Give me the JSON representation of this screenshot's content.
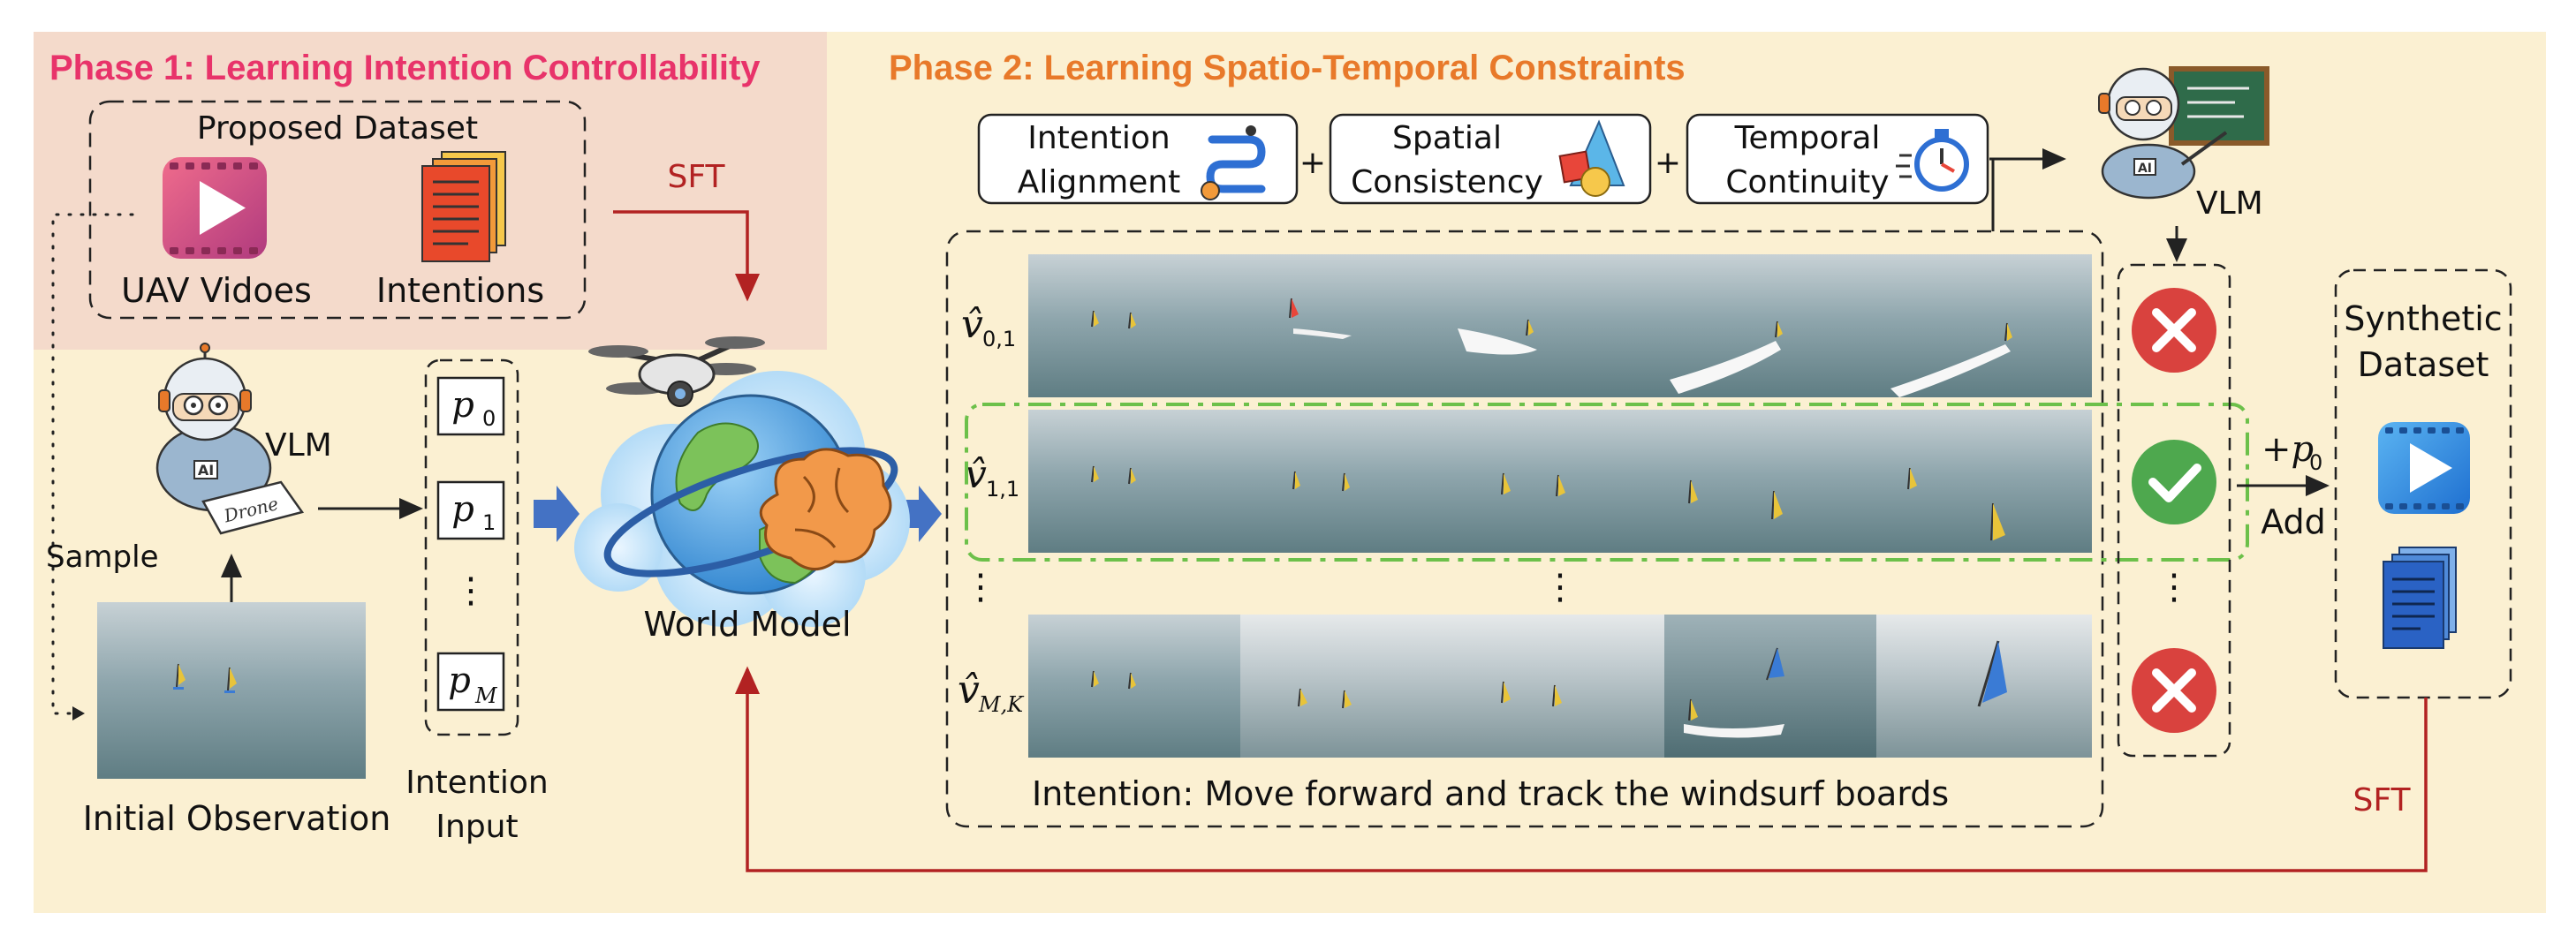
{
  "phase1": {
    "title": "Phase 1: Learning Intention Controllability",
    "color": "#E8336A"
  },
  "phase2": {
    "title": "Phase 2: Learning Spatio-Temporal Constraints",
    "color": "#E8792A"
  },
  "dataset": {
    "title": "Proposed Dataset",
    "videos_label": "UAV Vidoes",
    "intentions_label": "Intentions"
  },
  "sft_label": "SFT",
  "vlm_label": "VLM",
  "drone_note": "Drone",
  "ai_badge": "AI",
  "sample_label": "Sample",
  "initial_observation": "Initial Observation",
  "intention_input": {
    "line1": "Intention",
    "line2": "Input",
    "items": [
      "p",
      "p",
      "⋮",
      "p"
    ],
    "subscripts": [
      "0",
      "1",
      "",
      "M"
    ]
  },
  "world_model": "World Model",
  "constraints": [
    {
      "line1": "Intention",
      "line2": "Alignment",
      "icon": "route-icon"
    },
    {
      "line1": "Spatial",
      "line2": "Consistency",
      "icon": "geometry-icon"
    },
    {
      "line1": "Temporal",
      "line2": "Continuity",
      "icon": "stopwatch-icon"
    }
  ],
  "plus": "+",
  "rows": [
    {
      "symbol": "v̂",
      "sub": "0,1",
      "verdict": "reject"
    },
    {
      "symbol": "v̂",
      "sub": "1,1",
      "verdict": "accept"
    },
    {
      "symbol": "v̂",
      "sub": "M,K",
      "verdict": "reject"
    }
  ],
  "vdots": "⋮",
  "intention_caption": "Intention: Move forward and track the windsurf boards",
  "add_label": "Add",
  "add_p": "+p",
  "add_sub": "0",
  "synthetic": {
    "line1": "Synthetic",
    "line2": "Dataset"
  },
  "colors": {
    "dark_red": "#B22222",
    "blue_arrow": "#4472C4",
    "green_frame": "#6CC04A",
    "reject_red": "#D9423E",
    "accept_green": "#4EA84E"
  }
}
